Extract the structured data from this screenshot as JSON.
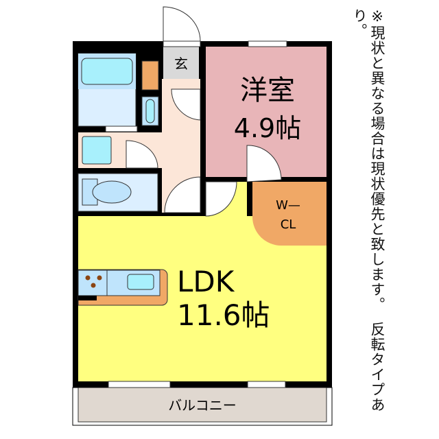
{
  "rooms": {
    "entrance": "玄",
    "western_room": {
      "name": "洋室",
      "size": "4.9帖"
    },
    "closet": {
      "line1": "W—",
      "line2": "CL"
    },
    "ldk": {
      "name": "LDK",
      "size": "11.6帖"
    },
    "balcony": "バルコニー"
  },
  "note": {
    "line1": "※現状と異なる場合は現状優先と致します。",
    "line2": "反転タイプあり。"
  },
  "colors": {
    "wall": "#000000",
    "ldk": "#ffff80",
    "western_room": "#e8b5b8",
    "closet": "#f0a866",
    "hall": "#fce6d8",
    "entrance": "#d9d9d9",
    "wet_area": "#dcefff",
    "fixture": "#a8f0fc",
    "balcony": "#e0d8d0"
  }
}
